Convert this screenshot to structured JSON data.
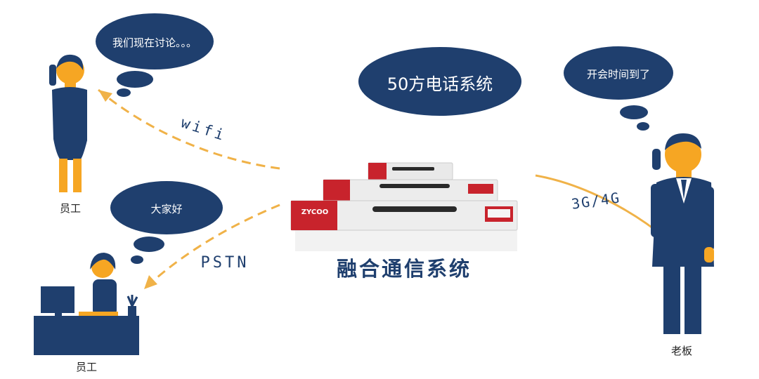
{
  "diagram": {
    "bubbles": {
      "top_left": "我们现在讨论。。。",
      "middle_left": "大家好",
      "right": "开会时间到了",
      "center": "50方电话系统"
    },
    "links": {
      "wifi": "wifi",
      "pstn": "PSTN",
      "mobile": "3G/4G"
    },
    "device": {
      "brand": "ZYCOO",
      "caption": "融合通信系统"
    },
    "people": {
      "top_left": "员工",
      "bottom_left": "员工",
      "right": "老板"
    }
  },
  "colors": {
    "navy": "#1f3f6e",
    "skin": "#f6a623",
    "dashed_arrow": "#f0b248",
    "device_red": "#c8232c"
  }
}
